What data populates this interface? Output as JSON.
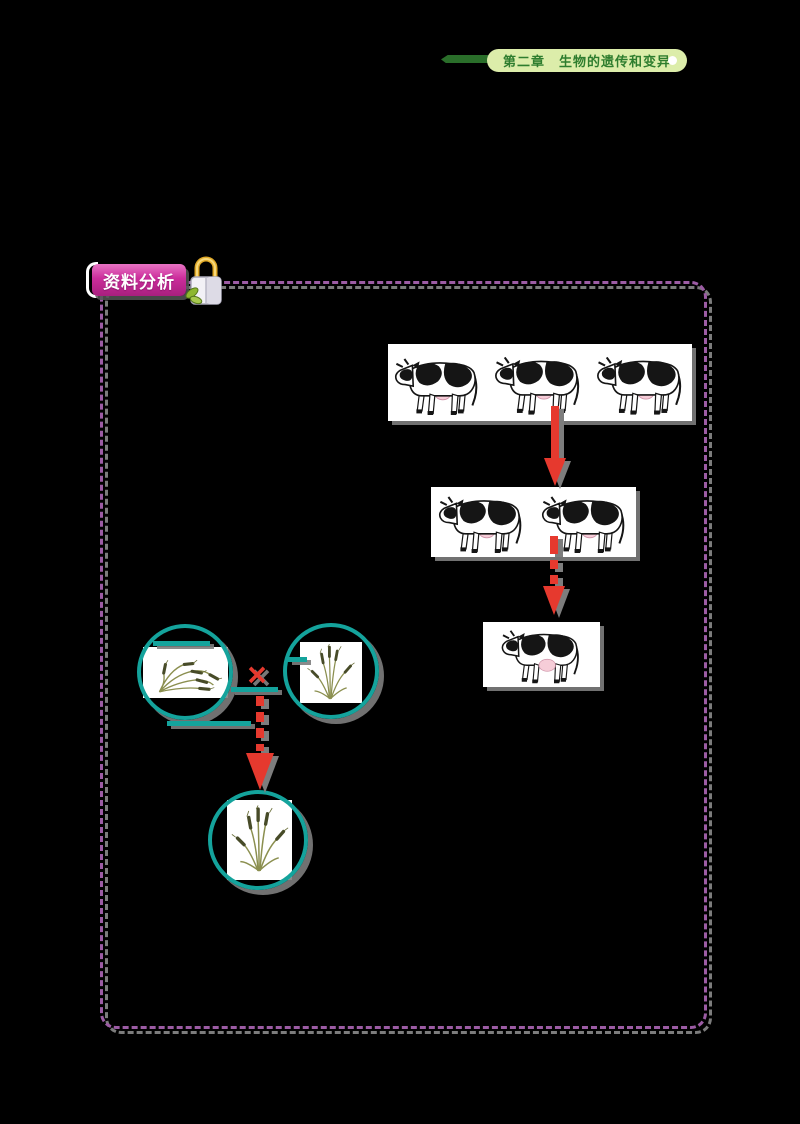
{
  "header": {
    "chapter_label": "第二章　生物的遗传和变异",
    "pill_bg": "#dcedaa",
    "text_color": "#2e7d2e",
    "line_color": "#2a6e2a",
    "dot_color": "#ffffff"
  },
  "badge": {
    "label": "资料分析",
    "bg": "#cb2d9b",
    "text_color": "#ffffff",
    "icon": "padlock-icon"
  },
  "panel": {
    "border_color": "#9c5ca4",
    "border_style": "dashed",
    "shadow_color": "#7c7c7c"
  },
  "diagram": {
    "cross_symbol": "×",
    "colors": {
      "arrow_red": "#e6392e",
      "circle_teal": "#14a39c",
      "shadow_gray": "#7d7d7d",
      "picture_bg": "#ffffff",
      "page_bg": "#000000"
    },
    "cow_breeding": {
      "row1_cow_count": 3,
      "row2_cow_count": 2,
      "row3_cow_count": 1,
      "arrow1_style": "solid",
      "arrow2_style": "dashed"
    },
    "wheat_cross": {
      "parent_left": "lodged-wheat",
      "parent_right": "upright-wheat",
      "offspring": "upright-wheat",
      "arrow_style": "dashed"
    }
  }
}
